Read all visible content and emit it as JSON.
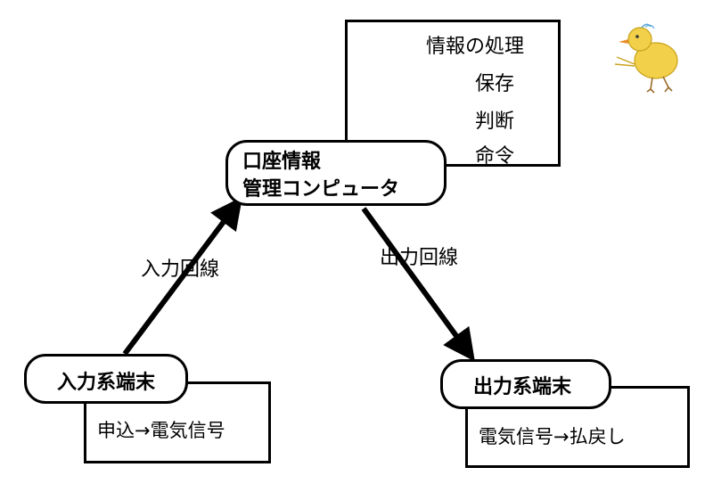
{
  "center": {
    "title_line1": "口座情報",
    "title_line2": "管理コンピュータ"
  },
  "processing": {
    "heading": "情報の処理",
    "items": [
      "保存",
      "判断",
      "命令"
    ]
  },
  "input_terminal": {
    "label": "入力系端末",
    "description": "申込→電気信号"
  },
  "output_terminal": {
    "label": "出力系端末",
    "description": "電気信号→払戻し"
  },
  "input_line_label": "入力回線",
  "output_line_label": "出力回線",
  "decoration": {
    "mascot_icon": "yellow-chick-icon",
    "mascot_color": "#f2d04a"
  }
}
